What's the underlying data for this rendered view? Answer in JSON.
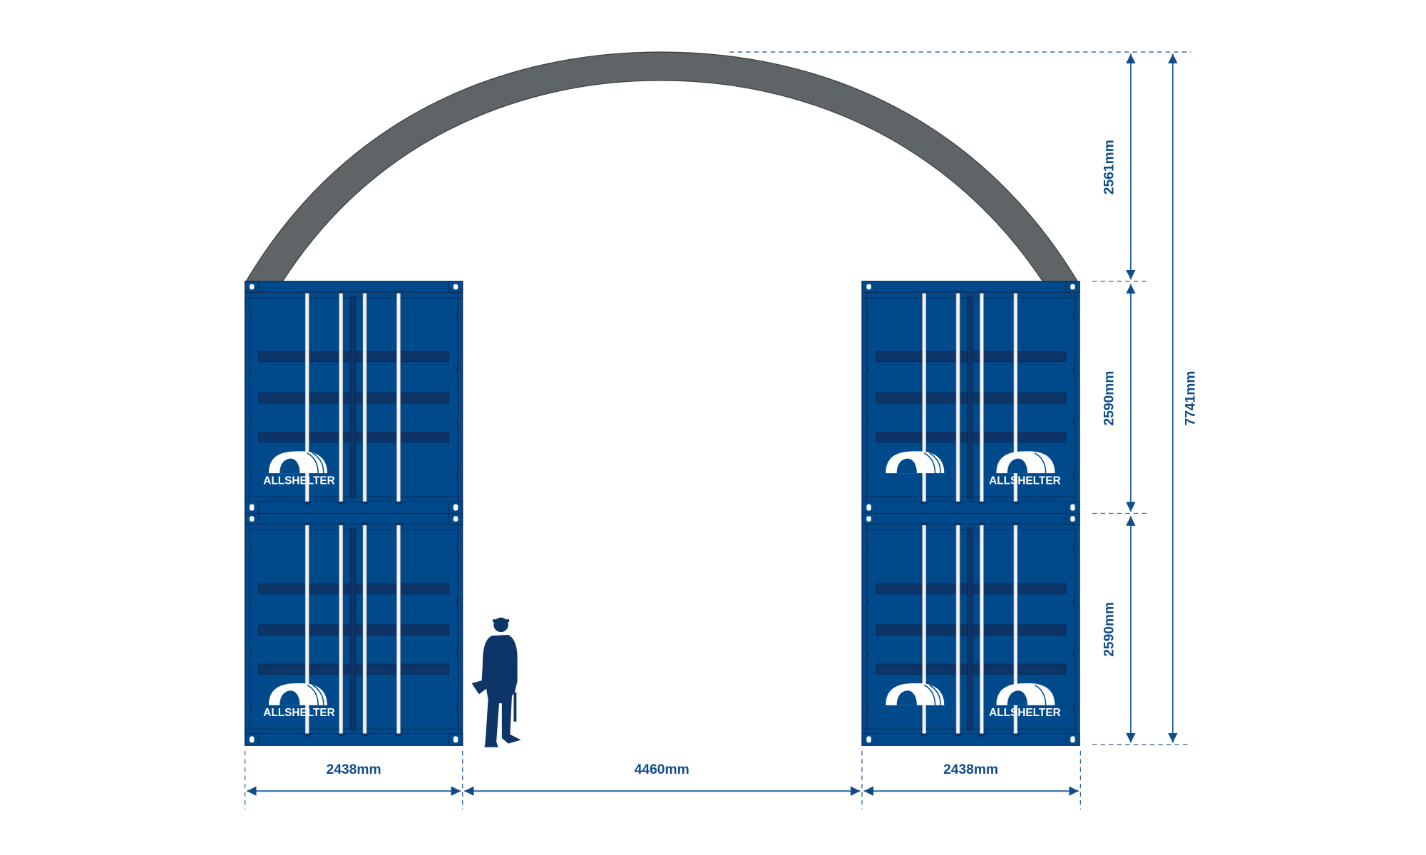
{
  "diagram": {
    "title_logo": "ALLSHELTER",
    "dimensions": {
      "container_width_left": "2438mm",
      "gap_width": "4460mm",
      "container_width_right": "2438mm",
      "arch_height": "2561mm",
      "upper_container_height": "2590mm",
      "lower_container_height": "2590mm",
      "total_height": "7741mm"
    },
    "colors": {
      "container": "#004a8c",
      "container_dark": "#0d3568",
      "arch": "#5f6566",
      "dimension": "#0f4c8a"
    }
  }
}
